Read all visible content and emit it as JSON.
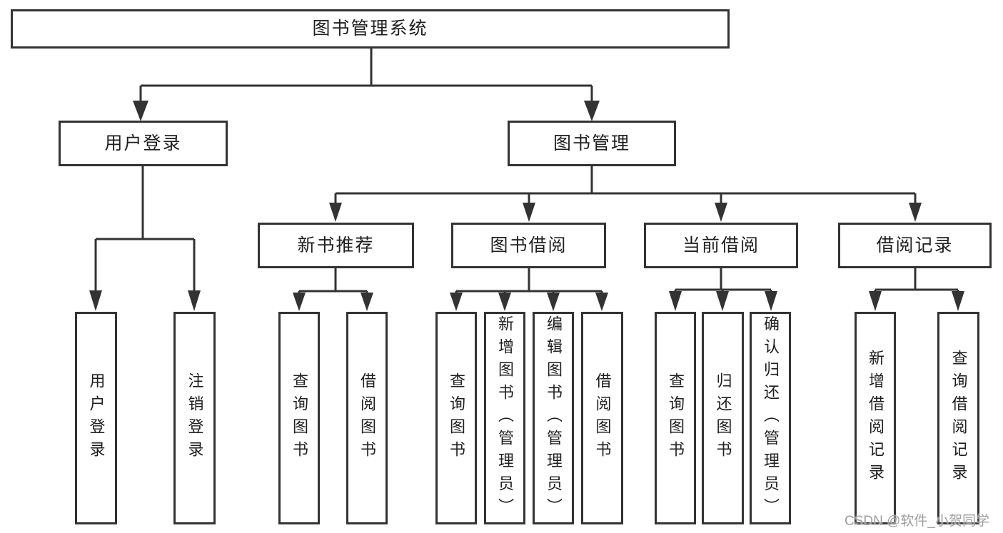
{
  "colors": {
    "line": "#333333",
    "box_border": "#333333",
    "box_background": "#ffffff",
    "text": "#1f1f1f",
    "watermark": "#9e9e9e"
  },
  "diagram": {
    "type": "tree",
    "root": {
      "label": "图书管理系统",
      "children": [
        {
          "label": "用户登录",
          "children": [
            {
              "label": "用户登录"
            },
            {
              "label": "注销登录"
            }
          ]
        },
        {
          "label": "图书管理",
          "children": [
            {
              "label": "新书推荐",
              "children": [
                {
                  "label": "查询图书"
                },
                {
                  "label": "借阅图书"
                }
              ]
            },
            {
              "label": "图书借阅",
              "children": [
                {
                  "label": "查询图书"
                },
                {
                  "label": "新增图书（管理员）"
                },
                {
                  "label": "编辑图书（管理员）"
                },
                {
                  "label": "借阅图书"
                }
              ]
            },
            {
              "label": "当前借阅",
              "children": [
                {
                  "label": "查询图书"
                },
                {
                  "label": "归还图书"
                },
                {
                  "label": "确认归还（管理员）"
                }
              ]
            },
            {
              "label": "借阅记录",
              "children": [
                {
                  "label": "新增借阅记录"
                },
                {
                  "label": "查询借阅记录"
                }
              ]
            }
          ]
        }
      ]
    }
  },
  "watermark": "CSDN @软件_小贺同学"
}
